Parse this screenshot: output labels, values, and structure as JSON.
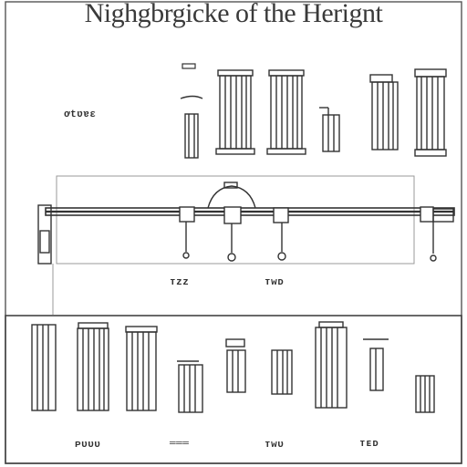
{
  "title": "Nighgbrgicke of the Herignt",
  "labels": {
    "side_left": "ơtʋɐɛ",
    "mid_left": "ᴛᴢᴢ",
    "mid_right": "ᴛᴡᴅ",
    "bottom_1": "ᴘᴜᴜᴜ",
    "bottom_2": "═══",
    "bottom_3": "ᴛᴡᴜ",
    "bottom_4": "ᴛᴇᴅ"
  },
  "colors": {
    "ink": "#333333",
    "panel_border": "#444444",
    "light_line": "#9a9a9a"
  }
}
